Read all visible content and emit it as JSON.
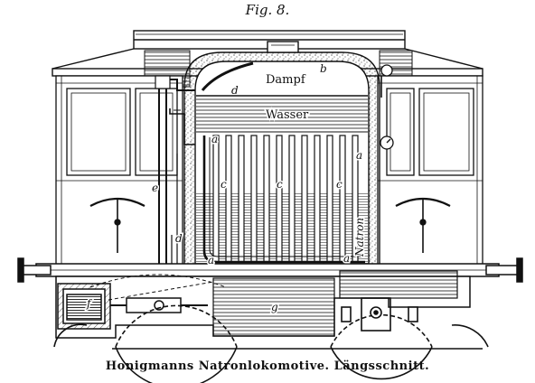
{
  "figure": {
    "title": "Fig. 8.",
    "caption": "Honigmanns Natronlokomotive. Längsschnitt."
  },
  "labels": {
    "dampf": "Dampf",
    "wasser": "Wasser",
    "natron": "Natron",
    "a": "a",
    "b": "b",
    "c": "c",
    "d": "d",
    "e": "e",
    "f": "f",
    "g": "g"
  },
  "style": {
    "ink": "#111111",
    "paper": "#ffffff"
  }
}
